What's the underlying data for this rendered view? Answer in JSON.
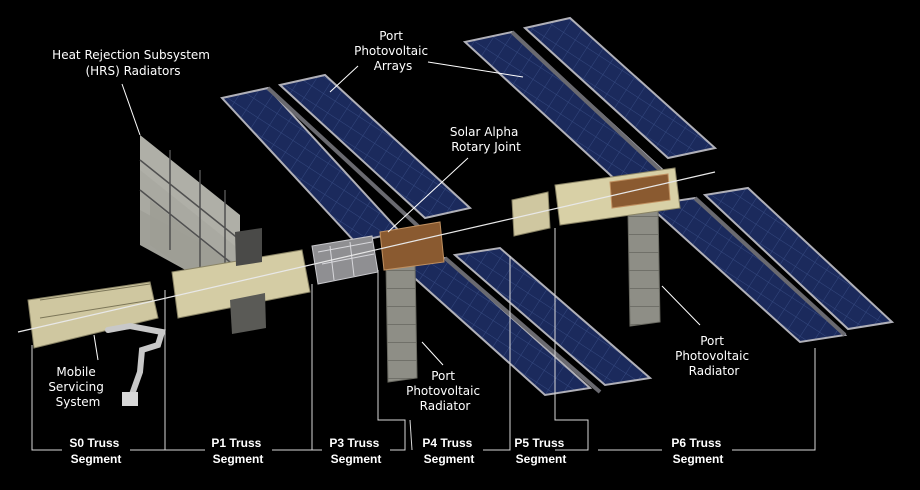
{
  "colors": {
    "background": "#000000",
    "solar_panel": "#1b2a5c",
    "solar_grid": "#3a4f8f",
    "solar_frame": "#b0b0b8",
    "truss": "#c8c29a",
    "radiator": "#8a8a82",
    "label": "#ffffff",
    "bracket": "#d8d8d8"
  },
  "labels": {
    "hrs": [
      "Heat Rejection Subsystem",
      "(HRS) Radiators"
    ],
    "port_pv_arrays": [
      "Port",
      "Photovoltaic",
      "Arrays"
    ],
    "sarj": [
      "Solar Alpha",
      "Rotary Joint"
    ],
    "mss": [
      "Mobile",
      "Servicing",
      "System"
    ],
    "port_pv_radiator_left": [
      "Port",
      "Photovoltaic",
      "Radiator"
    ],
    "port_pv_radiator_right": [
      "Port",
      "Photovoltaic",
      "Radiator"
    ]
  },
  "segments": {
    "s0": [
      "S0 Truss",
      "Segment"
    ],
    "p1": [
      "P1 Truss",
      "Segment"
    ],
    "p3": [
      "P3 Truss",
      "Segment"
    ],
    "p4": [
      "P4 Truss",
      "Segment"
    ],
    "p5": [
      "P5 Truss",
      "Segment"
    ],
    "p6": [
      "P6 Truss",
      "Segment"
    ]
  }
}
